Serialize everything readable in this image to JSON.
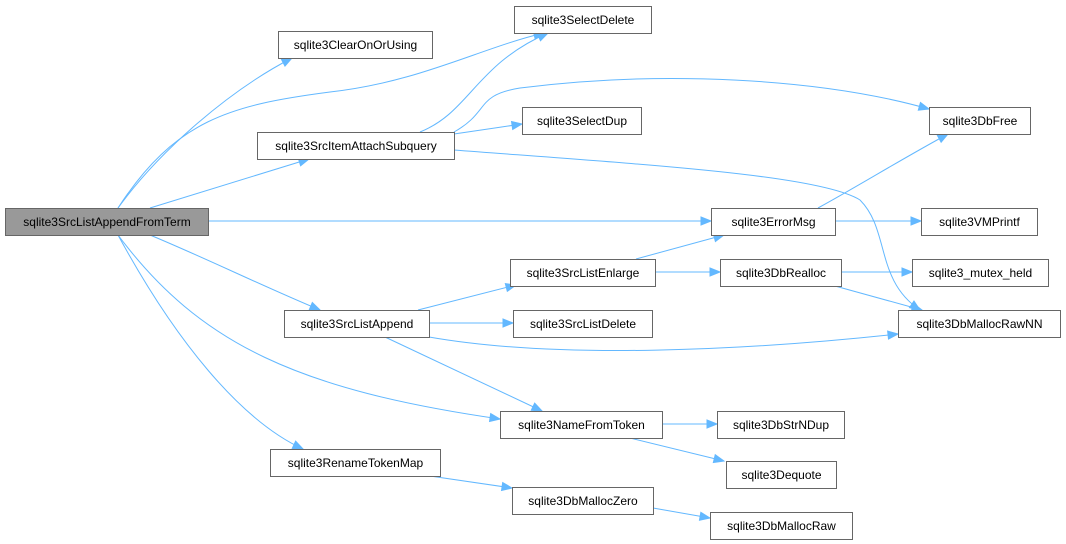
{
  "graph": {
    "nodes": [
      {
        "id": "root",
        "label": "sqlite3SrcListAppendFromTerm"
      },
      {
        "id": "clearOnOrUsing",
        "label": "sqlite3ClearOnOrUsing"
      },
      {
        "id": "selectDelete",
        "label": "sqlite3SelectDelete"
      },
      {
        "id": "attachSubquery",
        "label": "sqlite3SrcItemAttachSubquery"
      },
      {
        "id": "selectDup",
        "label": "sqlite3SelectDup"
      },
      {
        "id": "dbFree",
        "label": "sqlite3DbFree"
      },
      {
        "id": "errorMsg",
        "label": "sqlite3ErrorMsg"
      },
      {
        "id": "vmPrintf",
        "label": "sqlite3VMPrintf"
      },
      {
        "id": "srcListEnlarge",
        "label": "sqlite3SrcListEnlarge"
      },
      {
        "id": "dbRealloc",
        "label": "sqlite3DbRealloc"
      },
      {
        "id": "mutexHeld",
        "label": "sqlite3_mutex_held"
      },
      {
        "id": "srcListAppend",
        "label": "sqlite3SrcListAppend"
      },
      {
        "id": "srcListDelete",
        "label": "sqlite3SrcListDelete"
      },
      {
        "id": "dbMallocRawNN",
        "label": "sqlite3DbMallocRawNN"
      },
      {
        "id": "nameFromToken",
        "label": "sqlite3NameFromToken"
      },
      {
        "id": "dbStrNDup",
        "label": "sqlite3DbStrNDup"
      },
      {
        "id": "dequote",
        "label": "sqlite3Dequote"
      },
      {
        "id": "renameTokenMap",
        "label": "sqlite3RenameTokenMap"
      },
      {
        "id": "dbMallocZero",
        "label": "sqlite3DbMallocZero"
      },
      {
        "id": "dbMallocRaw",
        "label": "sqlite3DbMallocRaw"
      }
    ],
    "edges": [
      {
        "from": "root",
        "to": "clearOnOrUsing"
      },
      {
        "from": "root",
        "to": "selectDelete"
      },
      {
        "from": "root",
        "to": "attachSubquery"
      },
      {
        "from": "root",
        "to": "errorMsg"
      },
      {
        "from": "root",
        "to": "srcListAppend"
      },
      {
        "from": "root",
        "to": "nameFromToken"
      },
      {
        "from": "root",
        "to": "renameTokenMap"
      },
      {
        "from": "attachSubquery",
        "to": "selectDelete"
      },
      {
        "from": "attachSubquery",
        "to": "selectDup"
      },
      {
        "from": "attachSubquery",
        "to": "dbFree"
      },
      {
        "from": "attachSubquery",
        "to": "dbMallocRawNN"
      },
      {
        "from": "errorMsg",
        "to": "dbFree"
      },
      {
        "from": "errorMsg",
        "to": "vmPrintf"
      },
      {
        "from": "srcListEnlarge",
        "to": "errorMsg"
      },
      {
        "from": "srcListEnlarge",
        "to": "dbRealloc"
      },
      {
        "from": "dbRealloc",
        "to": "mutexHeld"
      },
      {
        "from": "dbRealloc",
        "to": "dbMallocRawNN"
      },
      {
        "from": "srcListAppend",
        "to": "srcListEnlarge"
      },
      {
        "from": "srcListAppend",
        "to": "srcListDelete"
      },
      {
        "from": "srcListAppend",
        "to": "dbMallocRawNN"
      },
      {
        "from": "srcListAppend",
        "to": "nameFromToken"
      },
      {
        "from": "nameFromToken",
        "to": "dbStrNDup"
      },
      {
        "from": "nameFromToken",
        "to": "dequote"
      },
      {
        "from": "renameTokenMap",
        "to": "dbMallocZero"
      },
      {
        "from": "dbMallocZero",
        "to": "dbMallocRaw"
      }
    ]
  },
  "colors": {
    "edge": "#63b8ff",
    "node_border": "#666666",
    "root_fill": "#999999",
    "node_fill": "#ffffff"
  }
}
